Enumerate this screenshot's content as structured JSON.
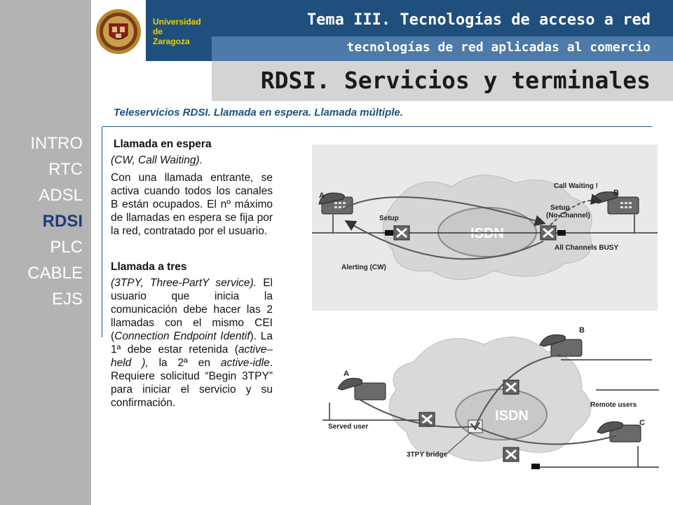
{
  "header": {
    "university": [
      "Universidad",
      "de",
      "Zaragoza"
    ],
    "topic": "Tema III. Tecnologías de acceso a red",
    "subtopic": "tecnologías de red aplicadas al comercio",
    "title": "RDSI. Servicios y terminales"
  },
  "subtitle": "Teleservicios RDSI. Llamada en espera. Llamada múltiple.",
  "nav": [
    {
      "label": "INTRO",
      "active": false
    },
    {
      "label": "RTC",
      "active": false
    },
    {
      "label": "ADSL",
      "active": false
    },
    {
      "label": "RDSI",
      "active": true
    },
    {
      "label": "PLC",
      "active": false
    },
    {
      "label": "CABLE",
      "active": false
    },
    {
      "label": "EJS",
      "active": false
    }
  ],
  "content": {
    "wait_heading": "Llamada en espera",
    "wait_sub": "(CW, Call Waiting).",
    "wait_body": "Con una llamada entrante, se activa cuando todos los canales B están ocupados. El nº máximo de llamadas en espera se fija por la red, contratado por el usuario.",
    "three_heading": "Llamada a tres",
    "three_sub": "(3TPY, Three-PartY service).",
    "three_body_1": " El usuario que inicia la comunicación debe hacer las 2 llamadas con el mismo CEI (",
    "three_em_1": "Connection Endpoint Identif",
    "three_body_2": "). La 1ª debe estar retenida (",
    "three_em_2": "active–held ),",
    "three_body_3": " la 2ª en ",
    "three_em_3": "active-idle",
    "three_body_4": ". Requiere solicitud “Begin 3TPY” para iniciar el servicio y su confirmación."
  },
  "figure1": {
    "label_a": "A",
    "label_b": "B",
    "setup": "Setup",
    "setup_nc_1": "Setup",
    "setup_nc_2": "(No-Channel)",
    "call_waiting": "Call Waiting !",
    "isdn": "ISDN",
    "busy": "All Channels BUSY",
    "alerting": "Alerting (CW)"
  },
  "figure2": {
    "label_a": "A",
    "label_b": "B",
    "label_c": "C",
    "isdn": "ISDN",
    "served_user": "Served user",
    "remote_users": "Remote users",
    "bridge": "3TPY bridge"
  },
  "colors": {
    "header_dark": "#1f4f7c",
    "header_mid": "#4d7aa8",
    "header_light": "#d4d4d4",
    "accent_yellow": "#f0d000",
    "sidebar": "#b3b3b3",
    "nav_active": "#1f3b7a"
  },
  "icons": [
    "university-seal-icon",
    "telephone-icon",
    "switch-x-icon",
    "cloud-icon"
  ]
}
